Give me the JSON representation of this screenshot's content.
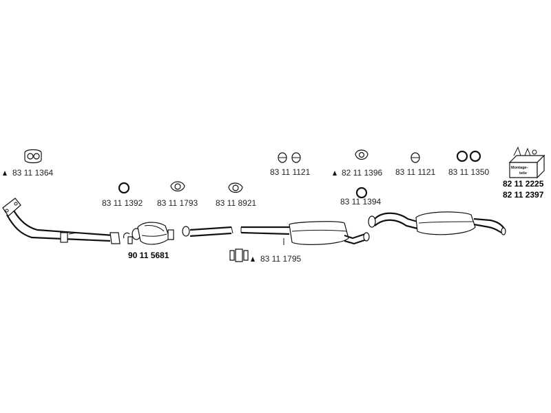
{
  "parts": {
    "gasket_front": "83 11 1364",
    "ring_small": "83 11 1392",
    "gasket_mid": "83 11 1793",
    "clamp_gasket": "83 11 8921",
    "catalyst": "90 11 5681",
    "clamp": "83 11 1795",
    "rubber_mount_pair_a": "83 11 1121",
    "gasket_center": "82 11 1396",
    "ring_center": "83 11 1394",
    "rubber_mount_pair_b": "83 11 1121",
    "ring_pair": "83 11 1350",
    "kit_a": "82 11 2225",
    "kit_b": "82 11 2397"
  },
  "kit_box_label": "Montage-teile",
  "colors": {
    "line": "#111111",
    "text": "#222222"
  }
}
